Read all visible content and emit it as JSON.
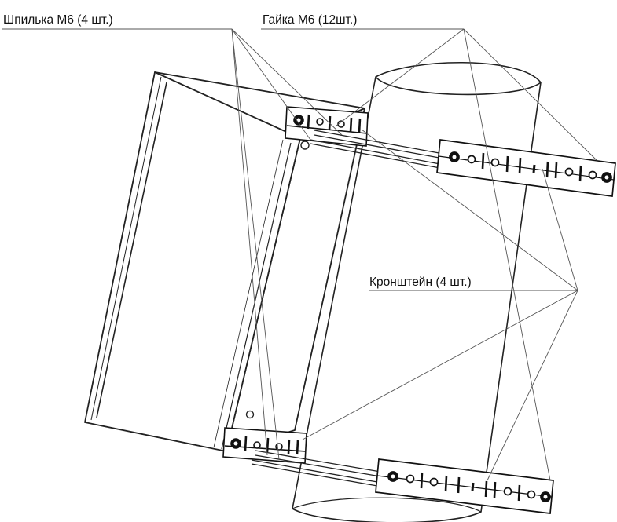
{
  "labels": {
    "stud": "Шпилька М6 (4 шт.)",
    "nut": "Гайка М6 (12шт.)",
    "bracket": "Кронштейн (4 шт.)"
  },
  "colors": {
    "line": "#222222",
    "leader": "#555555",
    "background": "#ffffff"
  }
}
